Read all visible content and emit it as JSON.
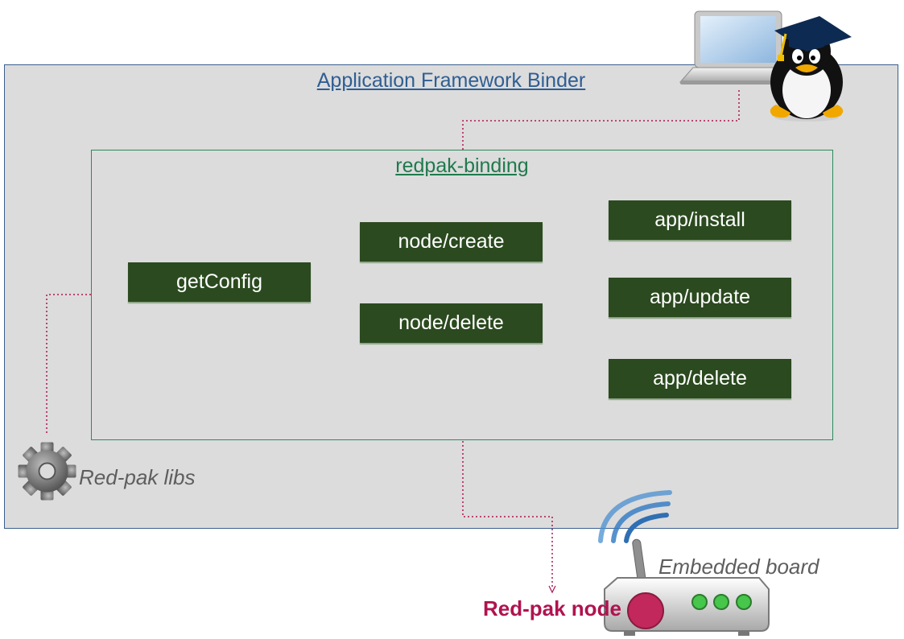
{
  "framework": {
    "title": "Application Framework Binder"
  },
  "binding": {
    "title": "redpak-binding",
    "verbs": [
      "getConfig",
      "node/create",
      "node/delete",
      "app/install",
      "app/update",
      "app/delete"
    ]
  },
  "labels": {
    "libs": "Red-pak libs",
    "board": "Embedded board",
    "node": "Red-pak node"
  },
  "icons": [
    "laptop-icon",
    "tux-graduate-icon",
    "gear-icon",
    "router-icon",
    "wifi-waves-icon"
  ],
  "colors": {
    "outer_border": "#3a5f8f",
    "inner_border": "#2e8a5c",
    "verb_fill": "#2b4a1f",
    "connector": "#b0134f",
    "node_label": "#b0134f"
  }
}
